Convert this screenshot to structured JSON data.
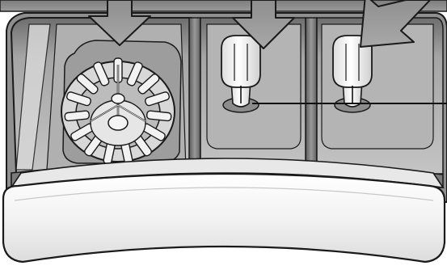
{
  "illustration": {
    "subject": "detergent-dispenser-drawer",
    "compartments": [
      {
        "id": "main-wash",
        "insert": "liquid-detergent-filter-cup"
      },
      {
        "id": "softener-1",
        "insert": "siphon-cap"
      },
      {
        "id": "softener-2",
        "insert": "siphon-cap"
      }
    ],
    "arrows": 3,
    "callout_lines": 1,
    "palette": {
      "outline": "#1a1a1a",
      "top_band": "#8a8a8a",
      "compartment_fill": "#b9b9b9",
      "compartment_shadow": "#6f6f6f",
      "filter_tray": "#9d9d9d",
      "arrow_fill": "#9c9c9c",
      "drawer_front": "#f2f2f2",
      "cap_fill": "#f4f4f4",
      "callout": "#111111"
    }
  }
}
